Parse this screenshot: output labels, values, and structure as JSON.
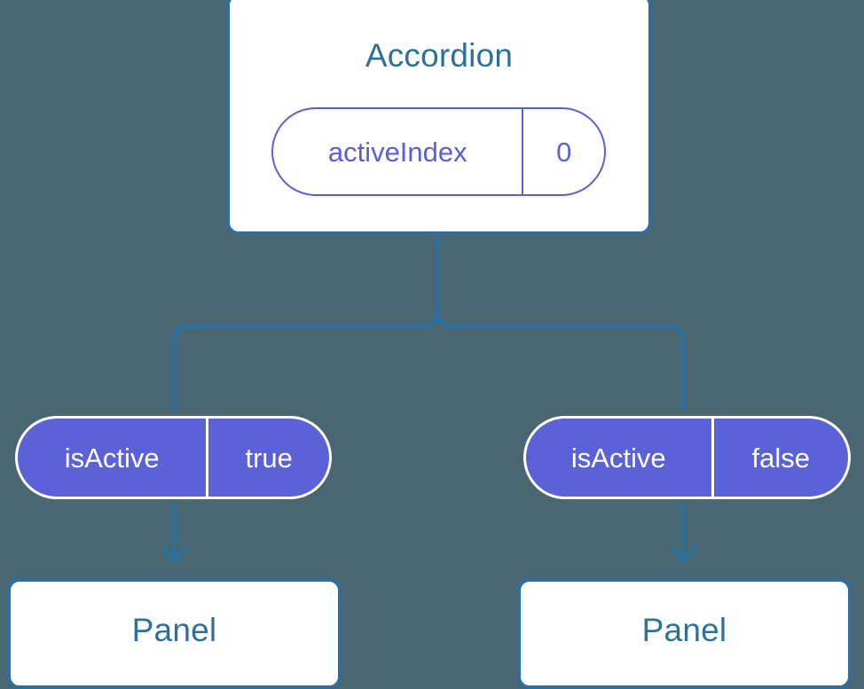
{
  "diagram": {
    "type": "component-tree",
    "background_color": "#4a6670",
    "accent_blue": "#2d6f9e",
    "title_blue": "#2f7099",
    "prop_purple": "#5b61d6",
    "state_purple": "#5b5fd6",
    "root": {
      "title": "Accordion",
      "state": {
        "key": "activeIndex",
        "value": "0"
      }
    },
    "branches": [
      {
        "side": "left",
        "prop": {
          "key": "isActive",
          "value": "true"
        },
        "child": {
          "title": "Panel"
        }
      },
      {
        "side": "right",
        "prop": {
          "key": "isActive",
          "value": "false"
        },
        "child": {
          "title": "Panel"
        }
      }
    ]
  }
}
